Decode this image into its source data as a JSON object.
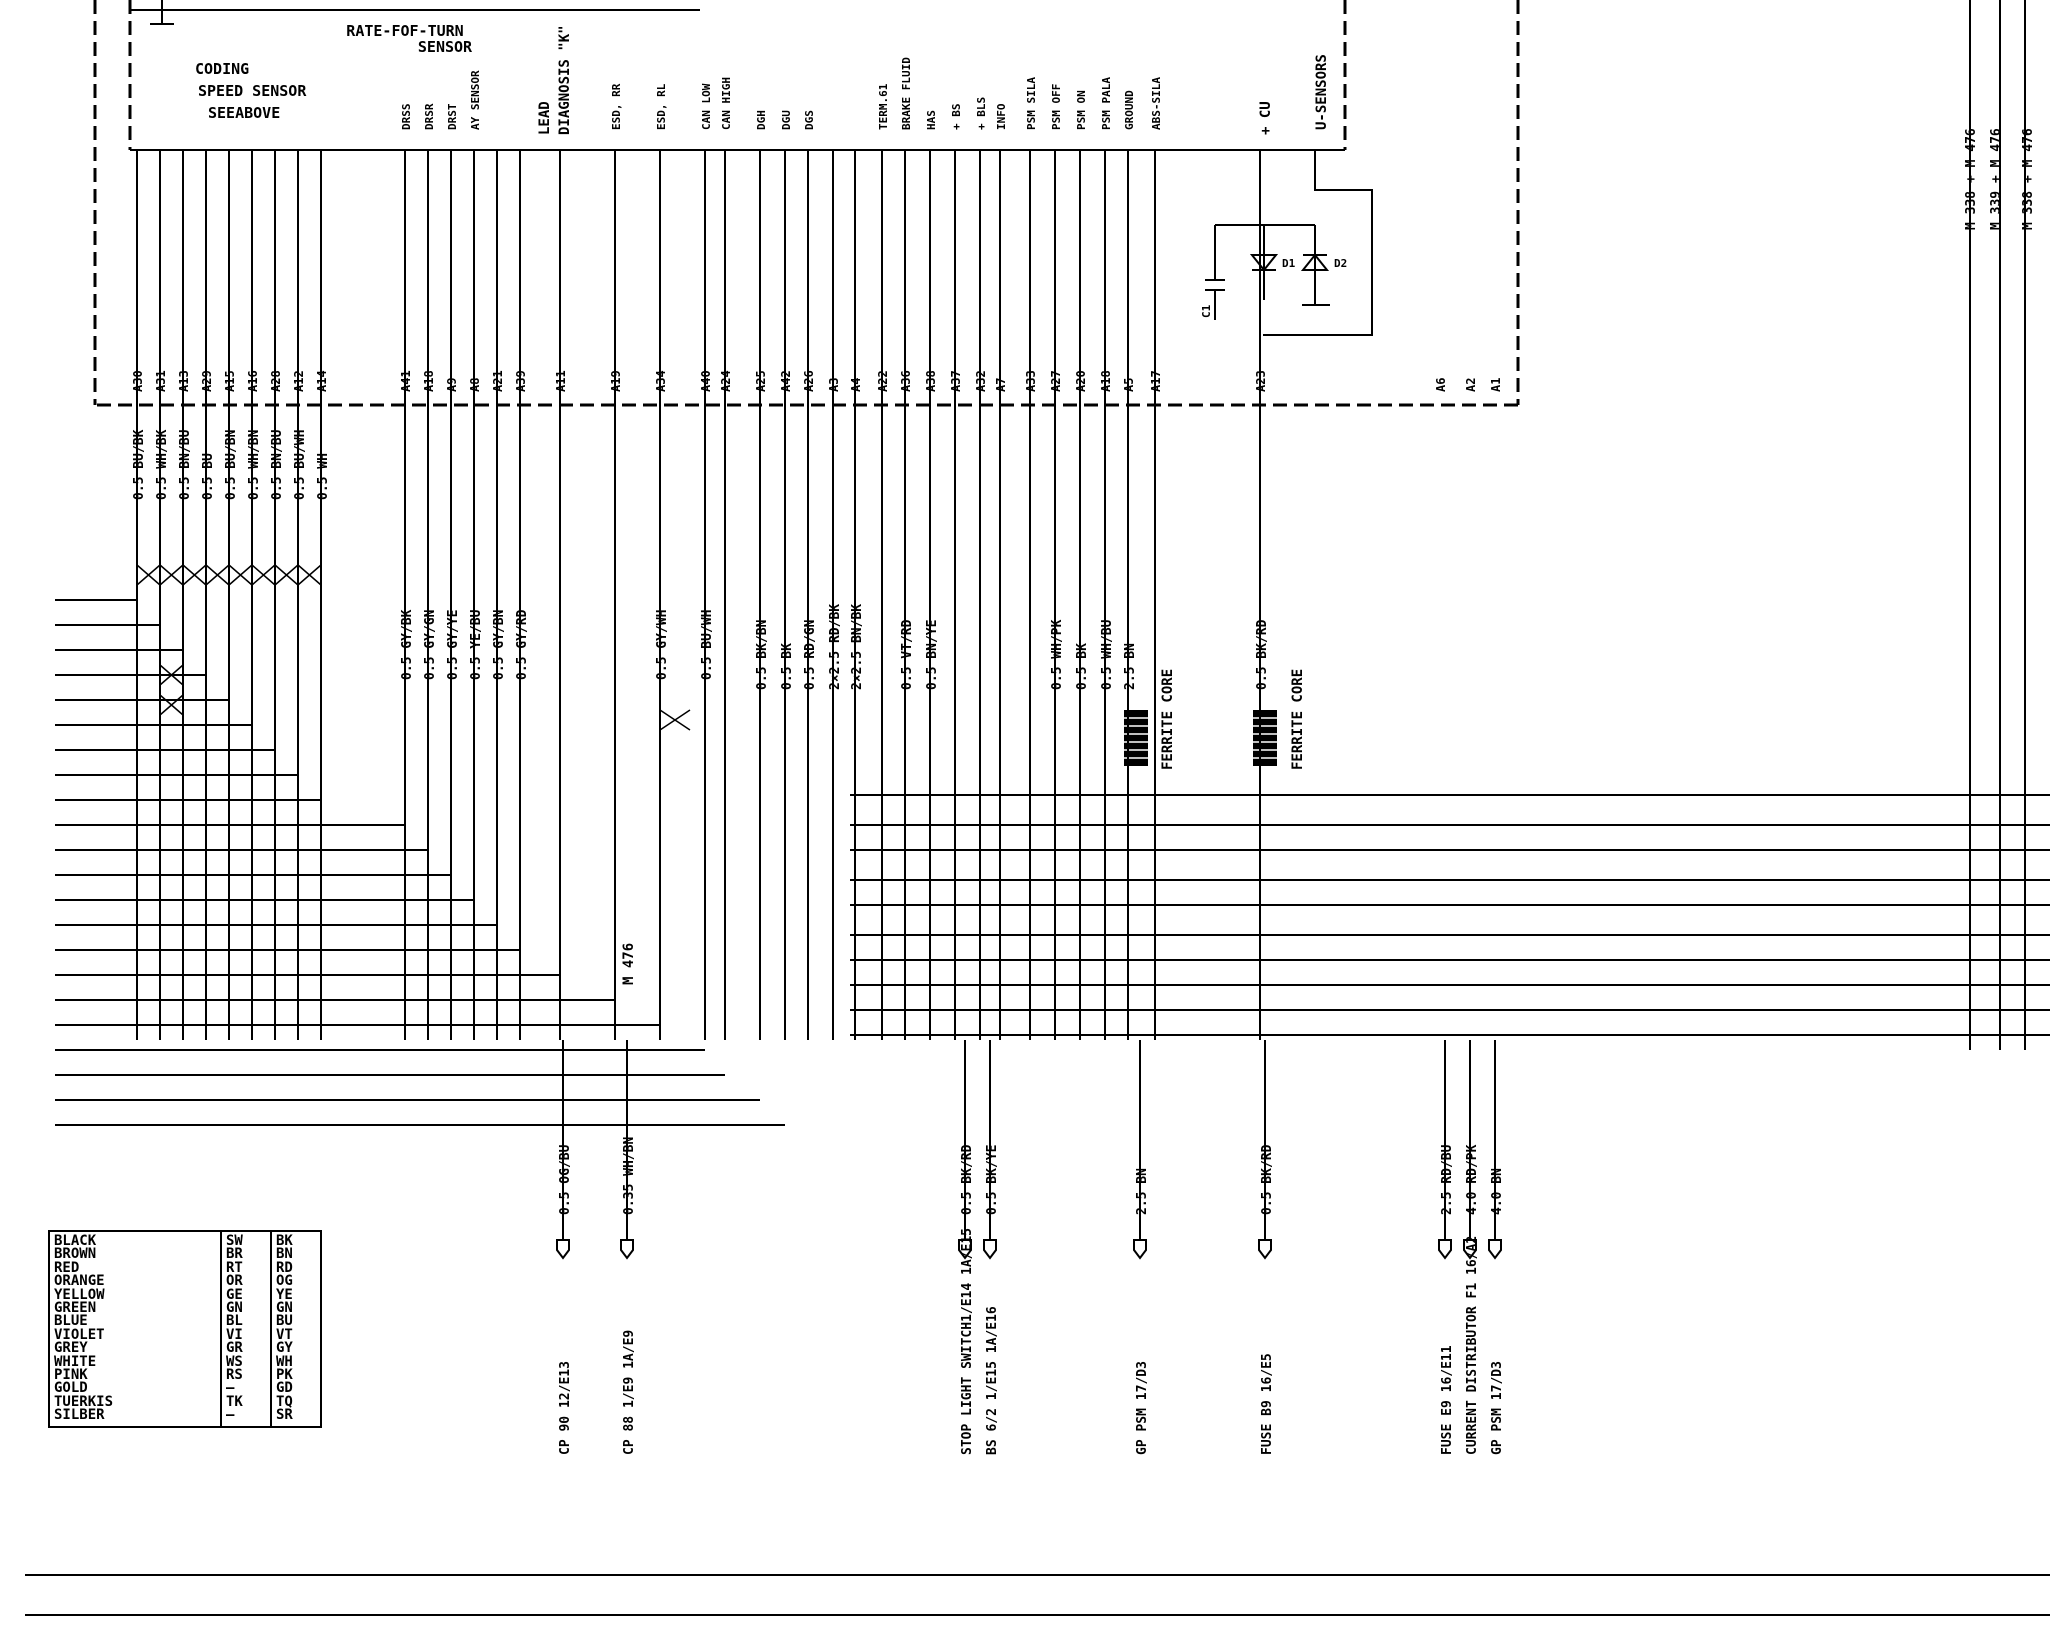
{
  "module_labels": {
    "rate_of_turn": "RATE-FOF-TURN",
    "sensor": "SENSOR",
    "coding": "CODING",
    "speed_sensor": "SPEED SENSOR",
    "see_above": "SEEABOVE",
    "lead": "LEAD",
    "diag": "DIAGNOSIS \"K\"",
    "u_sensors": "U-SENSORS",
    "plus_cu": "+ CU"
  },
  "module_pins": [
    {
      "id": "A30",
      "func": ""
    },
    {
      "id": "A31",
      "func": ""
    },
    {
      "id": "A13",
      "func": ""
    },
    {
      "id": "A29",
      "func": ""
    },
    {
      "id": "A15",
      "func": ""
    },
    {
      "id": "A16",
      "func": ""
    },
    {
      "id": "A28",
      "func": ""
    },
    {
      "id": "A12",
      "func": ""
    },
    {
      "id": "A14",
      "func": ""
    },
    {
      "id": "A41",
      "func": "DRSS"
    },
    {
      "id": "A18",
      "func": "DRSR"
    },
    {
      "id": "A9",
      "func": "DRST"
    },
    {
      "id": "A8",
      "func": "AY SENSOR"
    },
    {
      "id": "A21",
      "func": ""
    },
    {
      "id": "A39",
      "func": ""
    },
    {
      "id": "A11",
      "func": ""
    },
    {
      "id": "A19",
      "func": "ESD, RR"
    },
    {
      "id": "A34",
      "func": "ESD, RL"
    },
    {
      "id": "A40",
      "func": "CAN LOW"
    },
    {
      "id": "A24",
      "func": "CAN HIGH"
    },
    {
      "id": "A25",
      "func": "DGH"
    },
    {
      "id": "A42",
      "func": "DGU"
    },
    {
      "id": "A26",
      "func": "DGS"
    },
    {
      "id": "A3",
      "func": ""
    },
    {
      "id": "A4",
      "func": ""
    },
    {
      "id": "A22",
      "func": "TERM.61"
    },
    {
      "id": "A36",
      "func": "BRAKE FLUID"
    },
    {
      "id": "A38",
      "func": "HAS"
    },
    {
      "id": "A37",
      "func": "+ BS"
    },
    {
      "id": "A32",
      "func": "+ BLS"
    },
    {
      "id": "A7",
      "func": "INFO"
    },
    {
      "id": "A33",
      "func": "PSM SILA"
    },
    {
      "id": "A27",
      "func": "PSM OFF"
    },
    {
      "id": "A20",
      "func": "PSM ON"
    },
    {
      "id": "A18",
      "func": "PSM PALA"
    },
    {
      "id": "A5",
      "func": "GROUND"
    },
    {
      "id": "A17",
      "func": "ABS-SILA"
    },
    {
      "id": "A23",
      "func": ""
    },
    {
      "id": "A6",
      "func": ""
    },
    {
      "id": "A2",
      "func": ""
    },
    {
      "id": "A1",
      "func": ""
    }
  ],
  "wire_labels": [
    "0.5 BU/BK",
    "0.5 WH/BK",
    "0.5 BN/BU",
    "0.5 BU",
    "0.5 BU/BN",
    "0.5 WH/BN",
    "0.5 BN/BU",
    "0.5 BU/WH",
    "0.5 WH",
    "0.5 GY/BK",
    "0.5 GY/GN",
    "0.5 GY/YE",
    "0.5 YE/BU",
    "0.5 GY/BN",
    "0.5 GY/RD",
    "0.5 GY/WH",
    "0.5 BU/WH",
    "0.5 BK/BN",
    "0.5 BK",
    "0.5 RD/GN",
    "2×2.5 RD/BK",
    "2×2.5 BN/BK",
    "0.5 VT/RD",
    "0.5 BN/YE",
    "0.5 WH/PK",
    "0.5 BK",
    "0.5 WH/BU",
    "2.5 BN",
    "0.5 BK/RD"
  ],
  "components": {
    "ferrite_1": "FERRITE CORE",
    "ferrite_2": "FERRITE CORE",
    "c1": "C1",
    "d1": "D1",
    "d2": "D2",
    "m476": "M 476"
  },
  "right_labels": [
    "M 338 + M 476",
    "M 339 + M 476",
    "M 338 + M 476"
  ],
  "connectors": [
    {
      "wire": "0.5 OG/BU",
      "dest": "CP 90  12/E13"
    },
    {
      "wire": "0.35 WH/BN",
      "dest": "CP 88  1/E9 1A/E9"
    },
    {
      "wire": "0.5 BK/RD",
      "dest": "STOP LIGHT SWITCH1/E14 1A/E15"
    },
    {
      "wire": "0.5 BK/YE",
      "dest": "BS 6/2   1/E15 1A/E16"
    },
    {
      "wire": "2.5 BN",
      "dest": "GP PSM  17/D3"
    },
    {
      "wire": "0.5 BK/RD",
      "dest": "FUSE B9  16/E5"
    },
    {
      "wire": "2.5 RD/BU",
      "dest": "FUSE E9 16/E11"
    },
    {
      "wire": "4.0 RD/PK",
      "dest": "CURRENT DISTRIBUTOR F1  16/A2"
    },
    {
      "wire": "4.0 BN",
      "dest": "GP PSM  17/D3"
    }
  ],
  "legend": {
    "english": [
      "BLACK",
      "BROWN",
      "RED",
      "ORANGE",
      "YELLOW",
      "GREEN",
      "BLUE",
      "VIOLET",
      "GREY",
      "WHITE",
      "PINK",
      "GOLD",
      "TUERKIS",
      "SILBER"
    ],
    "german": [
      "SW",
      "BR",
      "RT",
      "OR",
      "GE",
      "GN",
      "BL",
      "VI",
      "GR",
      "WS",
      "RS",
      "—",
      "TK",
      "—"
    ],
    "code": [
      "BK",
      "BN",
      "RD",
      "OG",
      "YE",
      "GN",
      "BU",
      "VT",
      "GY",
      "WH",
      "PK",
      "GD",
      "TQ",
      "SR"
    ]
  }
}
